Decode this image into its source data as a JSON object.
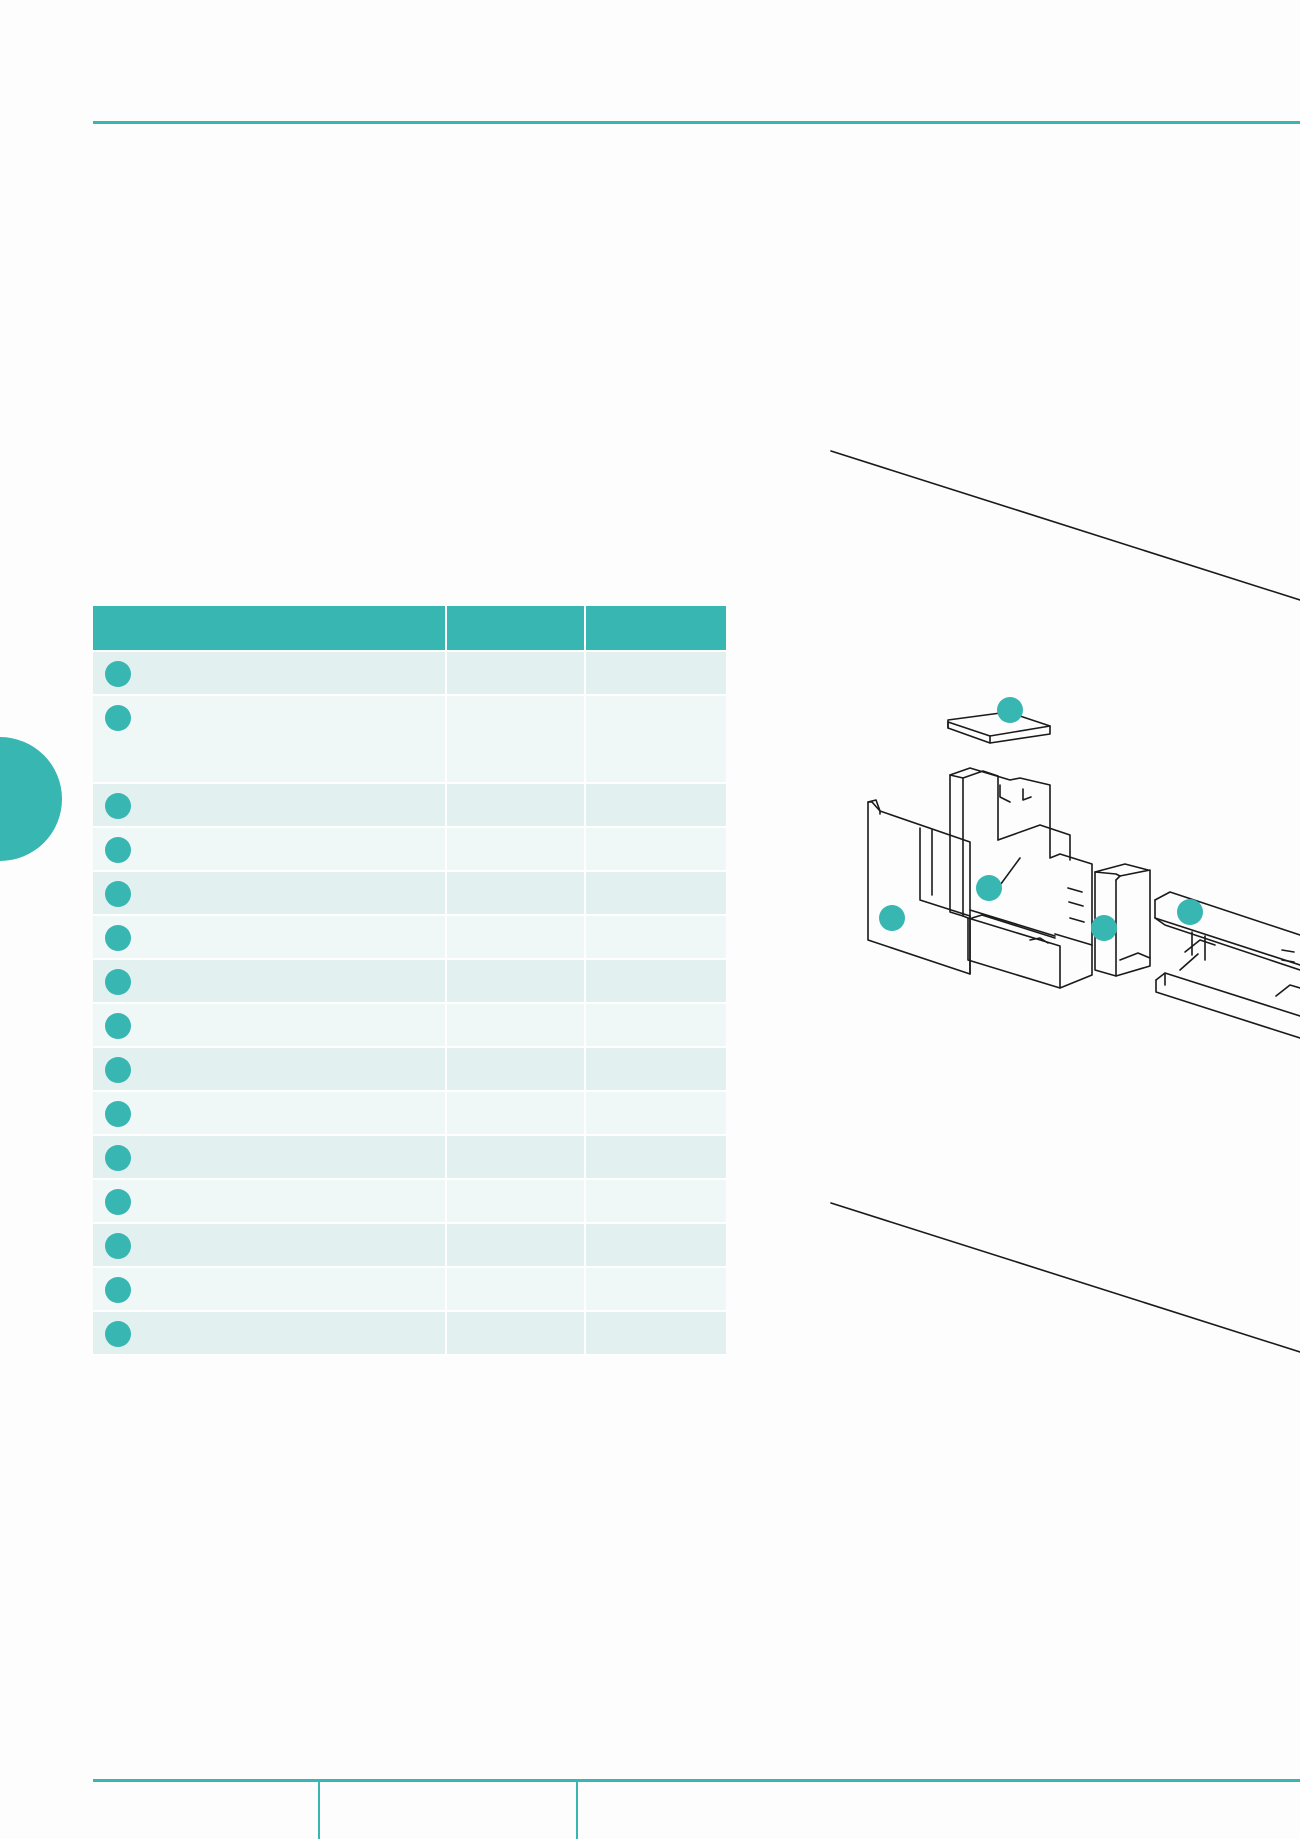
{
  "colors": {
    "accent": "#37b6b2",
    "row_shaded": "#e2f1f0",
    "row_light": "#eff7f7",
    "line": "#1a1a1a"
  },
  "table": {
    "columns": 3,
    "rows": [
      {
        "marker": "circle",
        "row_style": "shaded"
      },
      {
        "marker": "circle",
        "row_style": "light",
        "tall": true
      },
      {
        "marker": "circle",
        "row_style": "shaded"
      },
      {
        "marker": "circle",
        "row_style": "light"
      },
      {
        "marker": "circle",
        "row_style": "shaded"
      },
      {
        "marker": "circle",
        "row_style": "light"
      },
      {
        "marker": "circle",
        "row_style": "shaded"
      },
      {
        "marker": "circle",
        "row_style": "light"
      },
      {
        "marker": "circle",
        "row_style": "shaded"
      },
      {
        "marker": "circle",
        "row_style": "light"
      },
      {
        "marker": "circle",
        "row_style": "shaded"
      },
      {
        "marker": "circle",
        "row_style": "light"
      },
      {
        "marker": "circle",
        "row_style": "shaded"
      },
      {
        "marker": "circle",
        "row_style": "light"
      },
      {
        "marker": "circle",
        "row_style": "shaded"
      }
    ]
  },
  "drawing": {
    "subject": "exploded isometric trunking assembly",
    "callout_count": 5
  }
}
